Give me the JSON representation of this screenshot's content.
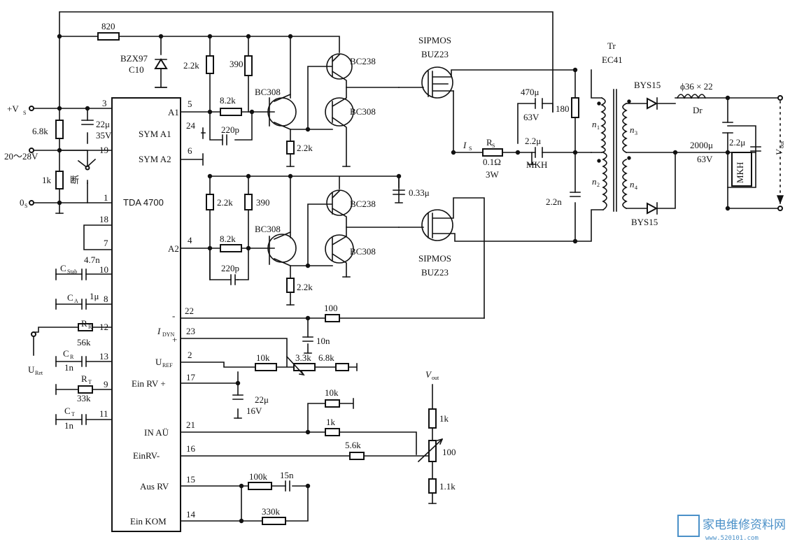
{
  "ic": {
    "name": "TDA 4700",
    "left_pins": [
      {
        "num": "3",
        "node": "+V",
        "sub": "S"
      },
      {
        "num": "19",
        "node": "20～28V"
      },
      {
        "num": "1",
        "node": "0",
        "sub": "S"
      },
      {
        "num": "18"
      },
      {
        "num": "7"
      },
      {
        "num": "10",
        "comp": "C",
        "csub": "Stab",
        "value": "4.7n"
      },
      {
        "num": "8",
        "comp": "C",
        "csub": "A",
        "value": "1μ"
      },
      {
        "num": "12",
        "comp": "R",
        "csub": "R",
        "value": "56k"
      },
      {
        "num": "13",
        "comp": "C",
        "csub": "R",
        "value": "1n"
      },
      {
        "num": "9",
        "comp": "R",
        "csub": "T",
        "value": "33k"
      },
      {
        "num": "11",
        "comp": "C",
        "csub": "T",
        "value": "1n"
      }
    ],
    "right_pins": [
      {
        "num": "5",
        "label": "A1"
      },
      {
        "num": "24",
        "label": "SYM A1"
      },
      {
        "num": "6",
        "label": "SYM A2"
      },
      {
        "num": "4",
        "label": "A2"
      },
      {
        "num": "22",
        "label": "-"
      },
      {
        "num": "23",
        "label": "I",
        "sub": "DYN",
        "sign": "+"
      },
      {
        "num": "2",
        "label": "U",
        "sub": "REF"
      },
      {
        "num": "17",
        "label": "Ein RV +"
      },
      {
        "num": "21",
        "label": "IN AÜ"
      },
      {
        "num": "16",
        "label": "EinRV-"
      },
      {
        "num": "15",
        "label": "Aus RV"
      },
      {
        "num": "14",
        "label": "Ein KOM"
      }
    ]
  },
  "labels": {
    "u_ret": "U",
    "u_ret_sub": "Ret",
    "switch": "断",
    "cap_vs_value": "22μ",
    "cap_vs_volt": "35V",
    "r_68k": "6.8k",
    "r_1k": "1k",
    "r_820": "820",
    "zener": "BZX97",
    "zener2": "C10",
    "r_22k_a": "2.2k",
    "r_390_a": "390",
    "r_82k_a": "8.2k",
    "c_220p_a": "220p",
    "r_22k_b": "2.2k",
    "r_390_b": "390",
    "r_82k_b": "8.2k",
    "c_220p_b": "220p",
    "r_22k_c": "2.2k",
    "r_22k_d": "2.2k",
    "bc308": "BC308",
    "bc238": "BC238",
    "sipmos": "SIPMOS",
    "buz23": "BUZ23",
    "c033": "0.33μ",
    "is": "I",
    "is_sub": "S",
    "rs": "R",
    "rs_sub": "S",
    "rs_val": "0.1Ω",
    "rs_w": "3W",
    "c470_val": "470μ",
    "c470_volt": "63V",
    "r180": "180",
    "c22_mkh": "2.2μ",
    "mkh": "MKH",
    "c22n": "2.2n",
    "tr": "Tr",
    "tr_type": "EC41",
    "n1": "n",
    "n1_sub": "1",
    "n2": "n",
    "n2_sub": "2",
    "n3": "n",
    "n3_sub": "3",
    "n4": "n",
    "n4_sub": "4",
    "bys15": "BYS15",
    "dr_spec": "ϕ36 × 22",
    "dr": "Dr",
    "c2000_val": "2000μ",
    "c2000_volt": "63V",
    "c22_out": "2.2μ",
    "mkh_out": "MKH",
    "vout": "V",
    "vout_sub": "out",
    "r100": "100",
    "c10n": "10n",
    "r10k_ref": "10k",
    "r33k": "3.3k",
    "r68k_ref": "6.8k",
    "c22_16": "22μ",
    "c22_16v": "16V",
    "r10k_in": "10k",
    "r1k_in": "1k",
    "r56k": "5.6k",
    "r1k_div": "1k",
    "pot100": "100",
    "r11k": "1.1k",
    "r100k": "100k",
    "c15n": "15n",
    "r330k": "330k"
  },
  "watermark": {
    "cn": "家电维修资料网",
    "url": "www.520101.com"
  },
  "colors": {
    "ink": "#111111",
    "watermark": "#4a90c8"
  }
}
